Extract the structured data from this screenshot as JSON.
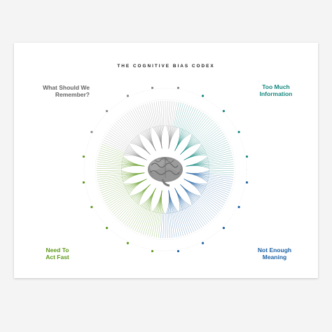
{
  "poster": {
    "title": "THE COGNITIVE BIAS CODEX",
    "quadrants": {
      "top_left": "What Should We Remember?",
      "top_right": "Too Much Information",
      "bottom_left": "Need To Act Fast",
      "bottom_right": "Not Enough Meaning"
    }
  },
  "colors": {
    "remember": "#8a8a8a",
    "too_much_information": "#14877f",
    "need_to_act_fast": "#5f9a1c",
    "not_enough_meaning": "#1f63a4",
    "brain": "#9a9a9a"
  },
  "icons": [
    "brain-icon"
  ]
}
